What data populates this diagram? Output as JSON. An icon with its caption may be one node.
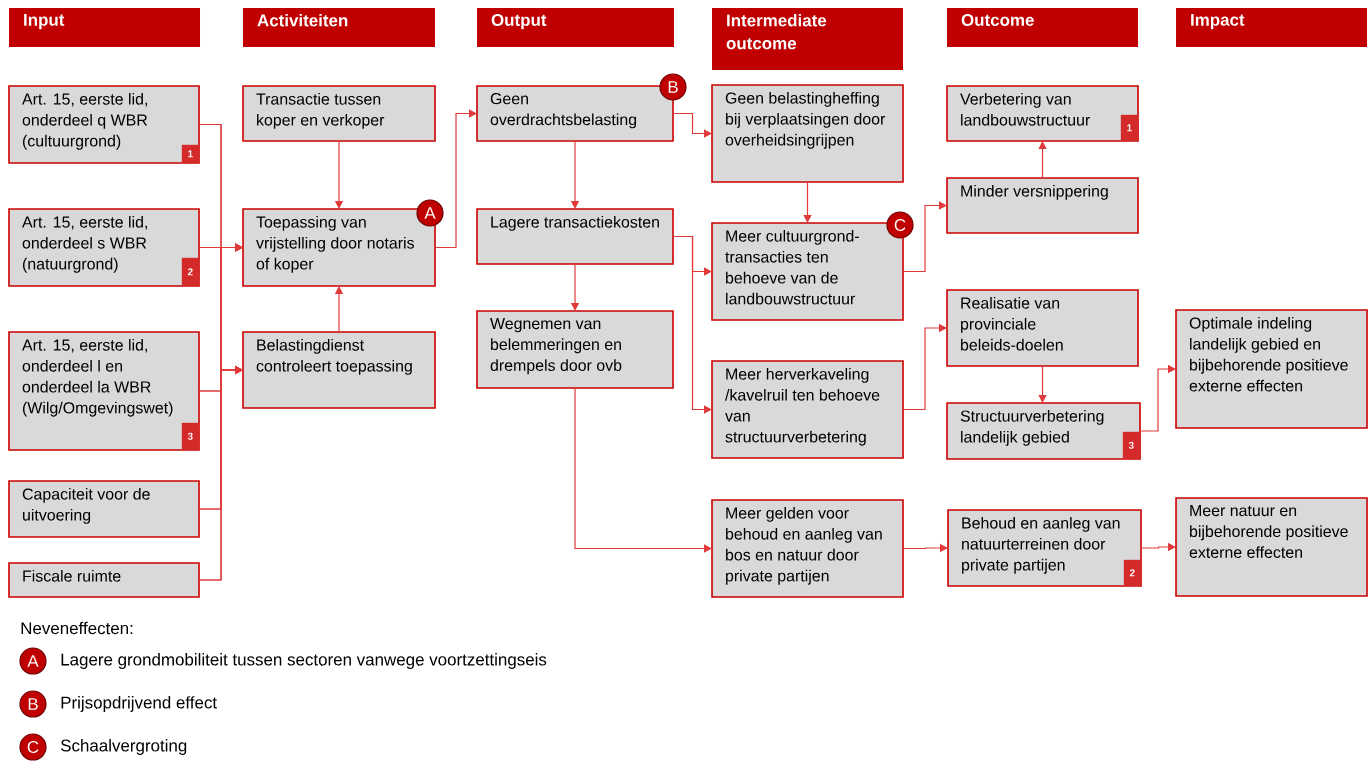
{
  "diagram": {
    "nodes": [
      {
        "text": [
          "Input"
        ]
      },
      {
        "text": [
          "Activiteiten"
        ]
      },
      {
        "text": [
          "Output"
        ]
      },
      {
        "text": [
          "Intermediate outcome"
        ]
      },
      {
        "text": [
          "Outcome"
        ]
      },
      {
        "text": [
          "Impact"
        ]
      },
      {
        "text": [
          "Art. 15, eerste lid, onderdeel q WBR (cultuurgrond)"
        ]
      },
      {
        "text": [
          "1"
        ],
        "in": 6
      },
      {
        "text": [
          "Art. 15, eerste lid, onderdeel s WBR (natuurgrond)"
        ]
      },
      {
        "text": [
          "2"
        ],
        "in": 8
      },
      {
        "text": [
          "Art. 15, eerste lid, onderdeel l en onderdeel la WBR (Wilg/Omgevingswet)"
        ]
      },
      {
        "text": [
          "3"
        ],
        "in": 10
      },
      {
        "text": [
          "Capaciteit voor de uitvoering"
        ]
      },
      {
        "text": [
          "Fiscale ruimte"
        ]
      },
      {
        "text": [
          "Transactie tussen koper en verkoper"
        ]
      },
      {
        "text": [
          "Toepassing van vrijstelling door notaris of koper"
        ]
      },
      {
        "text": [
          "A"
        ]
      },
      {
        "text": [
          "Belastingdienst controleert toepassing"
        ]
      },
      {
        "text": [
          "Geen overdrachtsbelasting"
        ]
      },
      {
        "text": [
          "B"
        ]
      },
      {
        "text": [
          "Lagere transactiekosten"
        ]
      },
      {
        "text": [
          "Wegnemen van belemmeringen en drempels door ovb"
        ]
      },
      {
        "text": [
          "Geen belastingheffing bij verplaatsingen door overheidsingrijpen"
        ]
      },
      {
        "text": [
          "Meer cultuurgrond-transacties ten behoeve van de landbouwstructuur"
        ]
      },
      {
        "text": [
          "C"
        ]
      },
      {
        "text": [
          "Meer herverkaveling /kavelruil ten behoeve van structuurverbetering"
        ]
      },
      {
        "text": [
          "Meer gelden voor behoud en aanleg van bos en natuur door private partijen"
        ]
      },
      {
        "text": [
          "Verbetering van landbouwstructuur"
        ]
      },
      {
        "text": [
          "1"
        ],
        "in": 27
      },
      {
        "text": [
          "Minder versnippering"
        ]
      },
      {
        "text": [
          "Realisatie van provinciale beleids-doelen"
        ]
      },
      {
        "text": [
          "Structuurverbetering landelijk gebied"
        ]
      },
      {
        "text": [
          "3"
        ],
        "in": 31
      },
      {
        "text": [
          "Behoud en aanleg van natuurterreinen door private partijen"
        ]
      },
      {
        "text": [
          "2"
        ],
        "in": 33
      },
      {
        "text": [
          "Optimale indeling landelijk gebied en bijbehorende positieve externe effecten"
        ]
      },
      {
        "text": [
          "Meer natuur en bijbehorende positieve externe effecten"
        ]
      },
      {
        "text": [
          "A"
        ],
        "beside": [
          "Lagere grondmobiliteit tussen sectoren vanwege voortzettingseis"
        ]
      },
      {
        "text": [
          "B"
        ],
        "beside": [
          "Prijsopdrijvend effect"
        ]
      },
      {
        "text": [
          "C"
        ],
        "beside": [
          "Schaalvergroting"
        ]
      }
    ],
    "edges": [
      {
        "from": 6,
        "to": 15,
        "arrow": "to"
      },
      {
        "from": 8,
        "to": 15,
        "arrow": "to"
      },
      {
        "from": 10,
        "to": 15,
        "arrow": "to"
      },
      {
        "from": 12,
        "to": 15,
        "arrow": "to"
      },
      {
        "from": 13,
        "to": 15,
        "arrow": "to"
      },
      {
        "from": 6,
        "to": 17,
        "arrow": "to"
      },
      {
        "from": 8,
        "to": 17,
        "arrow": "to"
      },
      {
        "from": 10,
        "to": 17,
        "arrow": "to"
      },
      {
        "from": 12,
        "to": 17,
        "arrow": "to"
      },
      {
        "from": 13,
        "to": 17,
        "arrow": "to"
      },
      {
        "from": 14,
        "to": 15,
        "arrow": "to"
      },
      {
        "from": 17,
        "to": 15,
        "arrow": "to"
      },
      {
        "from": 15,
        "to": 18,
        "arrow": "to"
      },
      {
        "from": 18,
        "to": 22,
        "arrow": "to"
      },
      {
        "from": 18,
        "to": 20,
        "arrow": "to"
      },
      {
        "from": 20,
        "to": 21,
        "arrow": "to"
      },
      {
        "from": 20,
        "to": 23,
        "arrow": "to"
      },
      {
        "from": 20,
        "to": 25,
        "arrow": "to"
      },
      {
        "from": 21,
        "to": 26,
        "arrow": "to"
      },
      {
        "from": 22,
        "to": 23,
        "arrow": "to"
      },
      {
        "from": 23,
        "to": 29,
        "arrow": "to"
      },
      {
        "from": 29,
        "to": 27,
        "arrow": "to"
      },
      {
        "from": 25,
        "to": 30,
        "arrow": "to"
      },
      {
        "from": 30,
        "to": 31,
        "arrow": "to"
      },
      {
        "from": 31,
        "to": 35,
        "arrow": "to"
      },
      {
        "from": 26,
        "to": 33,
        "arrow": "to"
      },
      {
        "from": 33,
        "to": 36,
        "arrow": "to"
      }
    ],
    "labels": [
      "Neveneffecten:"
    ]
  }
}
